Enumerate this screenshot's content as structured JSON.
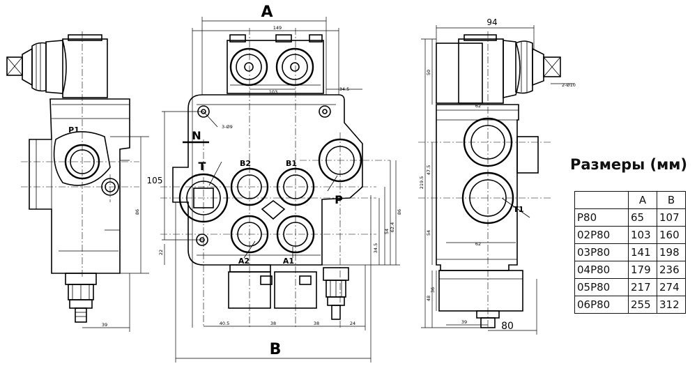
{
  "labels": {
    "A": "A",
    "B": "B",
    "N": "N",
    "T": "T",
    "P": "P",
    "P1": "P1",
    "T1": "T1",
    "B1": "B1",
    "B2": "B2",
    "A1": "A1",
    "A2": "A2"
  },
  "dimensions": {
    "d94": "94",
    "d80": "80",
    "d105": "105",
    "d149": "149",
    "d103": "103",
    "d34_5": "34.5",
    "d3phi9": "3-Ø9",
    "d40_5": "40.5",
    "d38": "38",
    "d38b": "38",
    "d24": "24",
    "d39": "39",
    "d39b": "39",
    "d62": "62",
    "d62b": "62",
    "d50": "50",
    "d219_5": "219.5",
    "d47_5": "47.5",
    "d54": "54",
    "d54b": "54",
    "d48": "48",
    "d36": "36",
    "d86": "86",
    "d86b": "86",
    "d62_4": "62.4",
    "d34_5v": "34.5",
    "d22": "22",
    "d2phi10": "2-Ø10"
  },
  "table": {
    "title": "Размеры (мм)",
    "headers": [
      "",
      "A",
      "B"
    ],
    "rows": [
      [
        "P80",
        "65",
        "107"
      ],
      [
        "02P80",
        "103",
        "160"
      ],
      [
        "03P80",
        "141",
        "198"
      ],
      [
        "04P80",
        "179",
        "236"
      ],
      [
        "05P80",
        "217",
        "274"
      ],
      [
        "06P80",
        "255",
        "312"
      ]
    ]
  }
}
